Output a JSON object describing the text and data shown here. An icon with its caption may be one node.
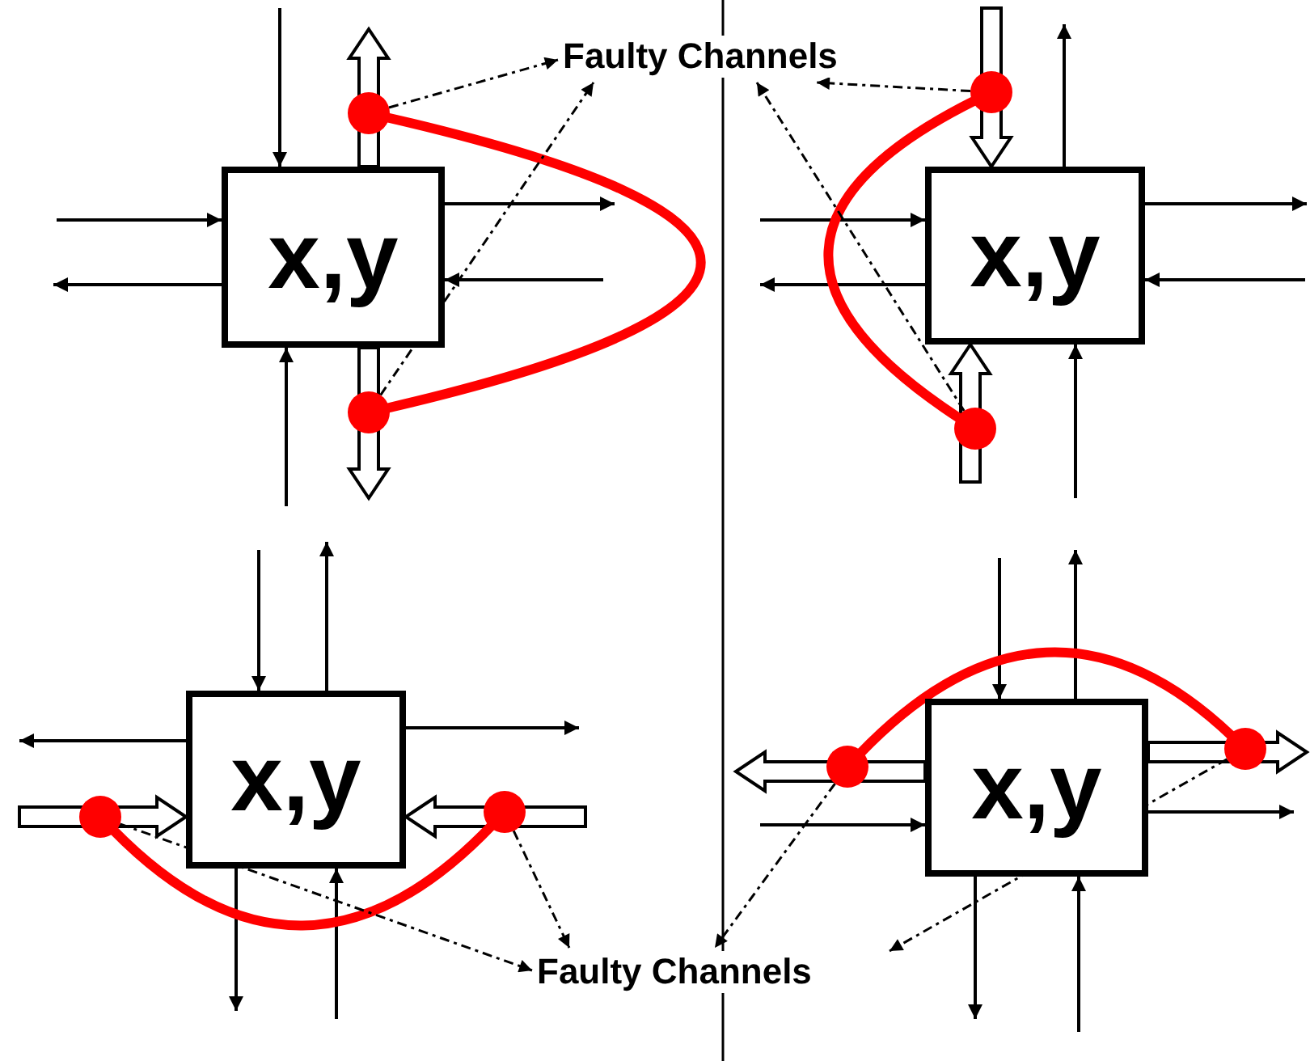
{
  "diagram": {
    "nodes": [
      {
        "text": [
          "x,y"
        ]
      },
      {
        "text": [
          "x,y"
        ]
      },
      {
        "text": [
          "x,y"
        ]
      },
      {
        "text": [
          "x,y"
        ]
      },
      {
        "text": [
          "Faulty Channels"
        ]
      },
      {
        "text": [
          "Faulty Channels"
        ]
      },
      {
        "text": [],
        "shape": "circle"
      },
      {
        "text": [],
        "shape": "circle"
      },
      {
        "text": [],
        "shape": "circle"
      },
      {
        "text": [],
        "shape": "circle"
      },
      {
        "text": [],
        "shape": "circle"
      },
      {
        "text": [],
        "shape": "circle"
      },
      {
        "text": [],
        "shape": "circle"
      },
      {
        "text": [],
        "shape": "circle"
      }
    ],
    "edges": [
      {
        "from": null,
        "to": 0,
        "arrow": "to"
      },
      {
        "from": 0,
        "to": null,
        "arrow": "to",
        "style": "thick"
      },
      {
        "from": null,
        "to": 0,
        "arrow": "to"
      },
      {
        "from": 0,
        "to": null,
        "arrow": "to"
      },
      {
        "from": 0,
        "to": null,
        "arrow": "to"
      },
      {
        "from": null,
        "to": 0,
        "arrow": "to"
      },
      {
        "from": null,
        "to": 0,
        "arrow": "to"
      },
      {
        "from": 0,
        "to": null,
        "arrow": "to",
        "style": "thick"
      },
      {
        "from": null,
        "to": 1,
        "arrow": "to",
        "style": "thick"
      },
      {
        "from": 1,
        "to": null,
        "arrow": "to"
      },
      {
        "from": null,
        "to": 1,
        "arrow": "to"
      },
      {
        "from": 1,
        "to": null,
        "arrow": "to"
      },
      {
        "from": 1,
        "to": null,
        "arrow": "to"
      },
      {
        "from": null,
        "to": 1,
        "arrow": "to"
      },
      {
        "from": null,
        "to": 1,
        "arrow": "to",
        "style": "thick"
      },
      {
        "from": null,
        "to": 1,
        "arrow": "to"
      },
      {
        "from": null,
        "to": 2,
        "arrow": "to"
      },
      {
        "from": 2,
        "to": null,
        "arrow": "to"
      },
      {
        "from": 2,
        "to": null,
        "arrow": "to"
      },
      {
        "from": null,
        "to": 2,
        "arrow": "to",
        "style": "thick"
      },
      {
        "from": 2,
        "to": null,
        "arrow": "to"
      },
      {
        "from": null,
        "to": 2,
        "arrow": "to",
        "style": "thick"
      },
      {
        "from": 2,
        "to": null,
        "arrow": "to"
      },
      {
        "from": null,
        "to": 2,
        "arrow": "to"
      },
      {
        "from": null,
        "to": 3,
        "arrow": "to"
      },
      {
        "from": 3,
        "to": null,
        "arrow": "to"
      },
      {
        "from": 3,
        "to": null,
        "arrow": "to",
        "style": "thick"
      },
      {
        "from": null,
        "to": 3,
        "arrow": "to"
      },
      {
        "from": 3,
        "to": null,
        "arrow": "to",
        "style": "thick"
      },
      {
        "from": 3,
        "to": null,
        "arrow": "to"
      },
      {
        "from": 3,
        "to": null,
        "arrow": "to"
      },
      {
        "from": null,
        "to": 3,
        "arrow": "to"
      },
      {
        "from": 6,
        "to": 7,
        "arrow": "none",
        "style": "thick",
        "color": "#ff0000"
      },
      {
        "from": 8,
        "to": 9,
        "arrow": "none",
        "style": "thick",
        "color": "#ff0000"
      },
      {
        "from": 10,
        "to": 11,
        "arrow": "none",
        "style": "thick",
        "color": "#ff0000"
      },
      {
        "from": 12,
        "to": 13,
        "arrow": "none",
        "style": "thick",
        "color": "#ff0000"
      },
      {
        "from": 6,
        "to": 4,
        "arrow": "to",
        "style": "dashed"
      },
      {
        "from": 7,
        "to": 4,
        "arrow": "to",
        "style": "dashed"
      },
      {
        "from": 8,
        "to": 4,
        "arrow": "to",
        "style": "dashed"
      },
      {
        "from": 9,
        "to": 4,
        "arrow": "to",
        "style": "dashed"
      },
      {
        "from": 10,
        "to": 5,
        "arrow": "to",
        "style": "dashed"
      },
      {
        "from": 11,
        "to": 5,
        "arrow": "to",
        "style": "dashed"
      },
      {
        "from": 12,
        "to": 5,
        "arrow": "to",
        "style": "dashed"
      },
      {
        "from": 13,
        "to": 5,
        "arrow": "to",
        "style": "dashed"
      }
    ]
  }
}
